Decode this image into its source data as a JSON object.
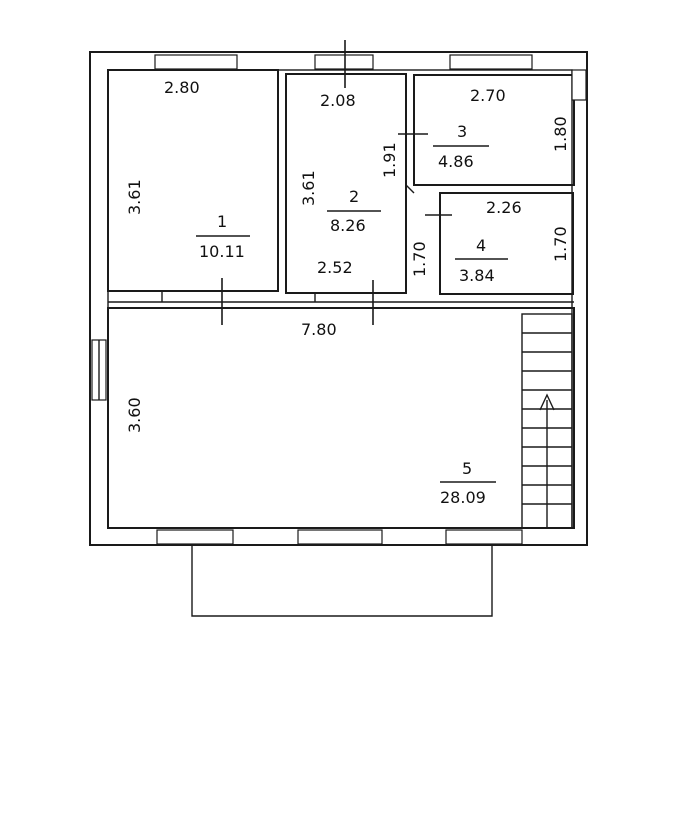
{
  "rooms": [
    {
      "id": "1",
      "area": "10.11",
      "width": "2.80",
      "depth": "3.61"
    },
    {
      "id": "2",
      "area": "8.26",
      "width_top": "2.08",
      "width_bottom": "2.52",
      "depth": "3.61",
      "depth_right_lower": "1.70",
      "depth_right_upper": "1.91"
    },
    {
      "id": "3",
      "area": "4.86",
      "width": "2.70",
      "depth": "1.80"
    },
    {
      "id": "4",
      "area": "3.84",
      "width": "2.26",
      "depth": "1.70"
    },
    {
      "id": "5",
      "area": "28.09",
      "width": "7.80",
      "depth": "3.60"
    }
  ],
  "colors": {
    "line": "#1a1a1a",
    "background": "#ffffff"
  }
}
